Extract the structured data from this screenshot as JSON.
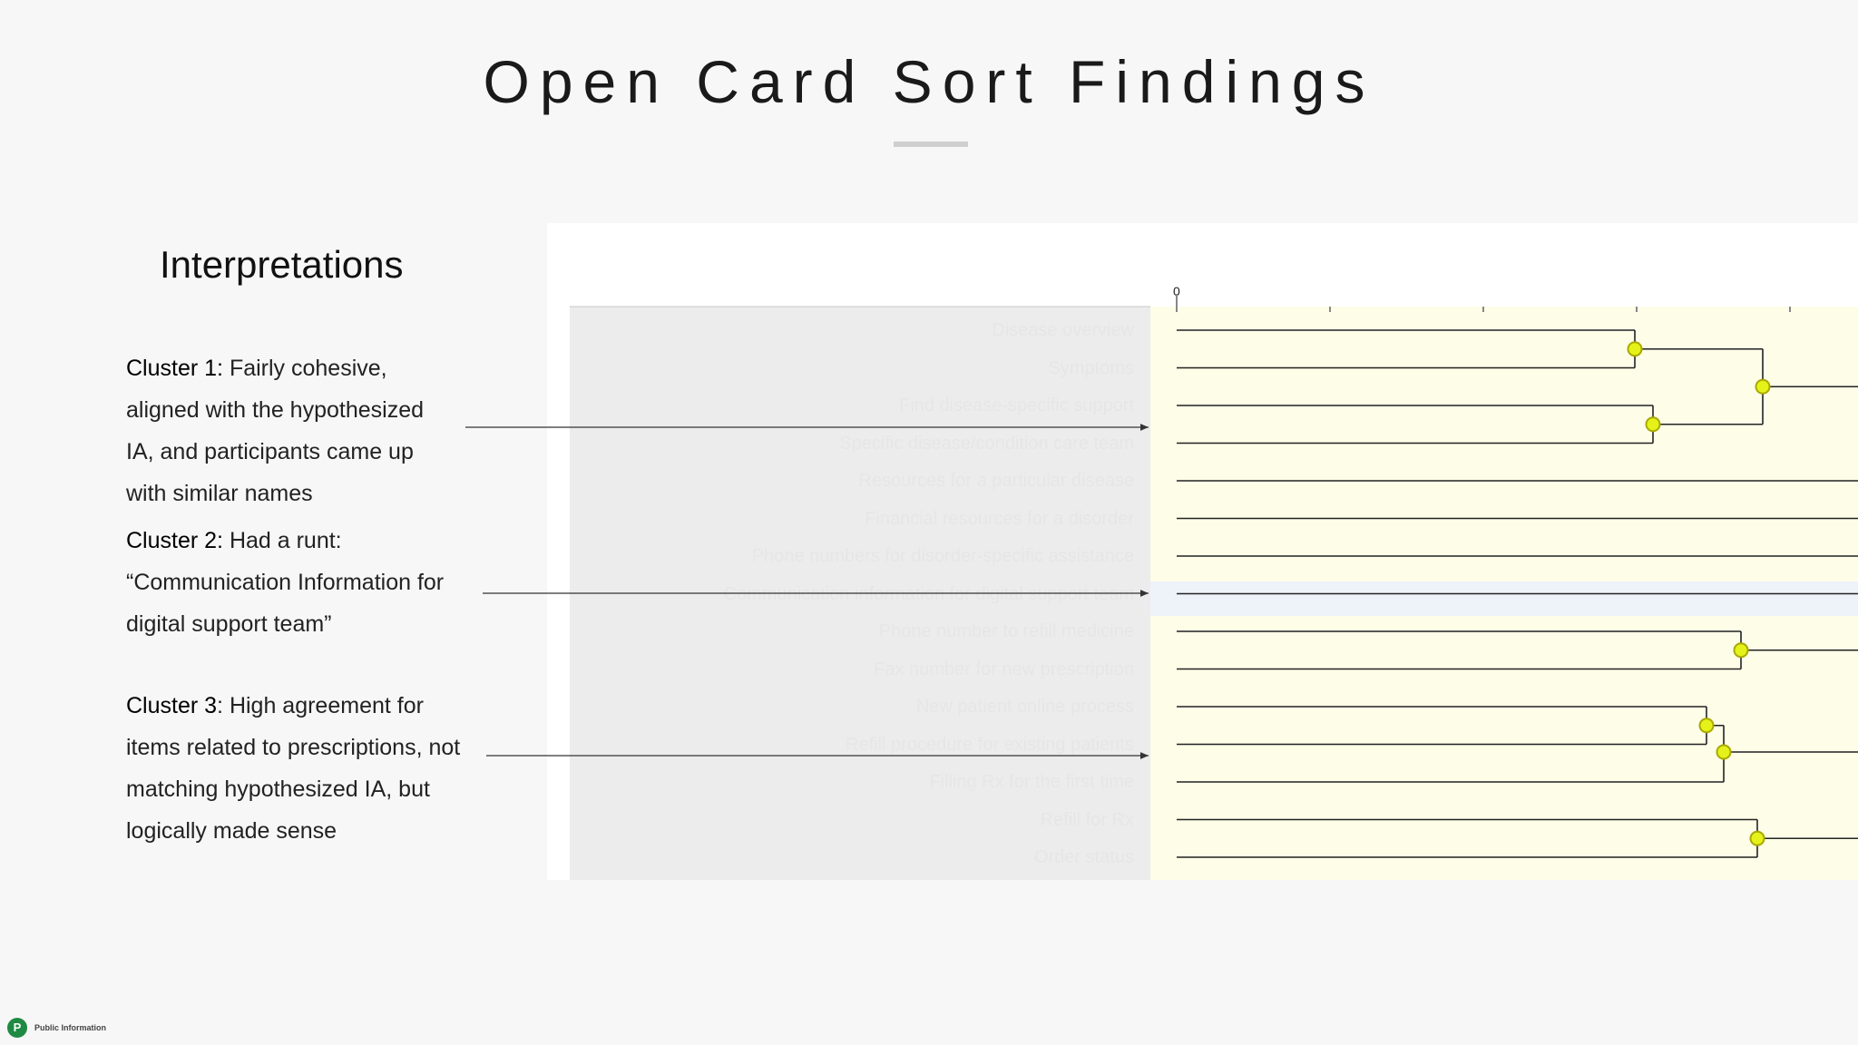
{
  "slide": {
    "title": "Open Card Sort Findings",
    "heading": "Interpretations",
    "footer_text": "Public Information",
    "footer_logo": "P"
  },
  "clusters": [
    {
      "name": "Cluster 1:",
      "lines": [
        "Fairly cohesive,",
        "aligned with the hypothesized",
        "IA, and participants came up",
        "with similar names"
      ]
    },
    {
      "name": "Cluster 2:",
      "lines": [
        "Had a runt:",
        "“Communication Information for",
        "digital support team”"
      ]
    },
    {
      "name": "Cluster 3",
      "lines": [
        ": High agreement for",
        "items related to prescriptions, not",
        "matching hypothesized IA, but",
        "logically made sense"
      ]
    }
  ],
  "dendrogram": {
    "axis_zero_label": "0",
    "cards": [
      "Disease overview",
      "Symptoms",
      "Find disease-specific support",
      "Specific disease/condition care team",
      "Resources for a particular disease",
      "Financial resources for a disorder",
      "Phone numbers for disorder-specific assistance",
      "Communication information for digital support team",
      "Phone number to refill medicine",
      "Fax number for new prescription",
      "New patient online process",
      "Refill procedure for existing patients",
      "Filling Rx for the first time",
      "Refill for Rx",
      "Order status"
    ],
    "colors": {
      "cluster_band": "#fdfde8",
      "runt_band": "#eef3f9",
      "node_fill": "#e5f21a",
      "node_stroke": "#a9a900",
      "branch": "#222222"
    }
  }
}
